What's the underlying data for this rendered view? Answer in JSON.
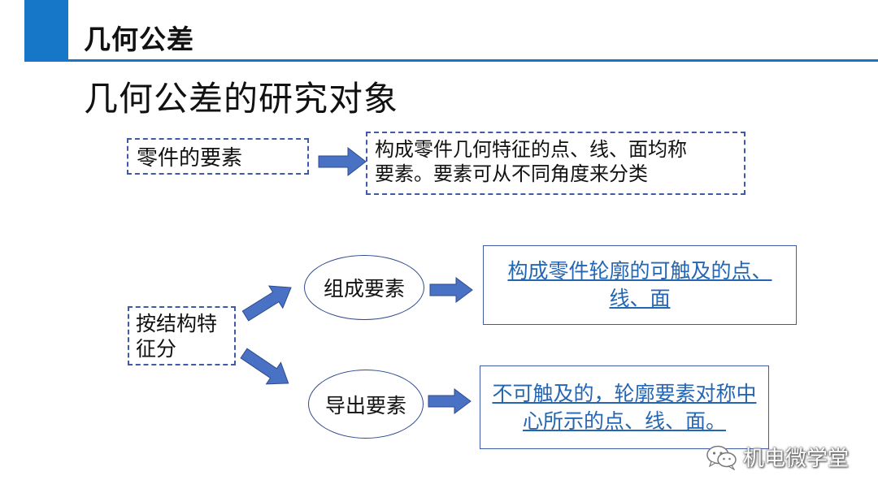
{
  "header": {
    "title": "几何公差"
  },
  "subtitle": "几何公差的研究对象",
  "definition": {
    "term": "零件的要素",
    "explanation_line1": "构成零件几何特征的点、线、面均称",
    "explanation_line2": "要素。要素可从不同角度来分类"
  },
  "classification": {
    "basis_line1": "按结构特",
    "basis_line2": "征分",
    "branches": [
      {
        "label": "组成要素",
        "desc_line1": "构成零件轮廓的可触及的点、",
        "desc_line2": "线、面"
      },
      {
        "label": "导出要素",
        "desc_line1": "不可触及的，轮廓要素对称中",
        "desc_line2": "心所示的点、线、面。"
      }
    ]
  },
  "watermark": {
    "text": "机电微学堂",
    "icon": "wechat-icon"
  },
  "colors": {
    "accent": "#1677c9",
    "border": "#3f5ba8",
    "arrow_fill": "#4a72c4",
    "link": "#2566b3"
  }
}
